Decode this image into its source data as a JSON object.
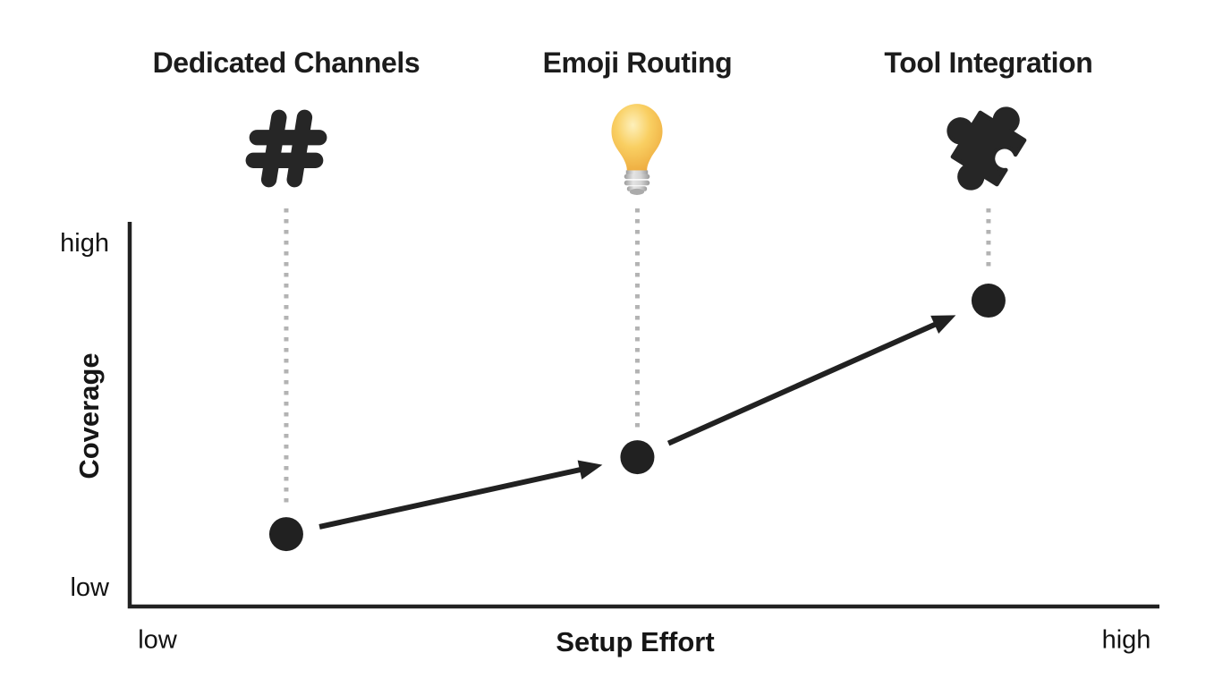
{
  "colors": {
    "ink": "#212121",
    "dotted_guide": "#b3b3b3",
    "bulb_edge": "#eda93c",
    "bulb_mid": "#f9cf62",
    "bulb_highlight": "#fdf0bb",
    "bulb_base_light": "#d4d4d4",
    "bulb_base_dark": "#9b9b9b",
    "background": "#ffffff"
  },
  "chart_data": {
    "type": "scatter",
    "title": "",
    "xlabel": "Setup Effort",
    "ylabel": "Coverage",
    "x_axis": {
      "min_label": "low",
      "max_label": "high"
    },
    "y_axis": {
      "min_label": "low",
      "max_label": "high"
    },
    "grid": false,
    "legend": "none",
    "axis_scale_note": "qualitative axes low-to-high; point values normalized 0-1",
    "points": [
      {
        "id": "dedicated-channels",
        "label": "Dedicated Channels",
        "icon": "hashtag-icon",
        "setup_effort": 0.152,
        "coverage": 0.189
      },
      {
        "id": "emoji-routing",
        "label": "Emoji Routing",
        "icon": "lightbulb-icon",
        "setup_effort": 0.493,
        "coverage": 0.39
      },
      {
        "id": "tool-integration",
        "label": "Tool Integration",
        "icon": "puzzle-piece-icon",
        "setup_effort": 0.834,
        "coverage": 0.799
      }
    ],
    "connections": [
      {
        "from": "dedicated-channels",
        "to": "emoji-routing",
        "style": "arrow"
      },
      {
        "from": "emoji-routing",
        "to": "tool-integration",
        "style": "arrow"
      }
    ],
    "guide_lines": "vertical dotted line from each icon down to its data point"
  }
}
